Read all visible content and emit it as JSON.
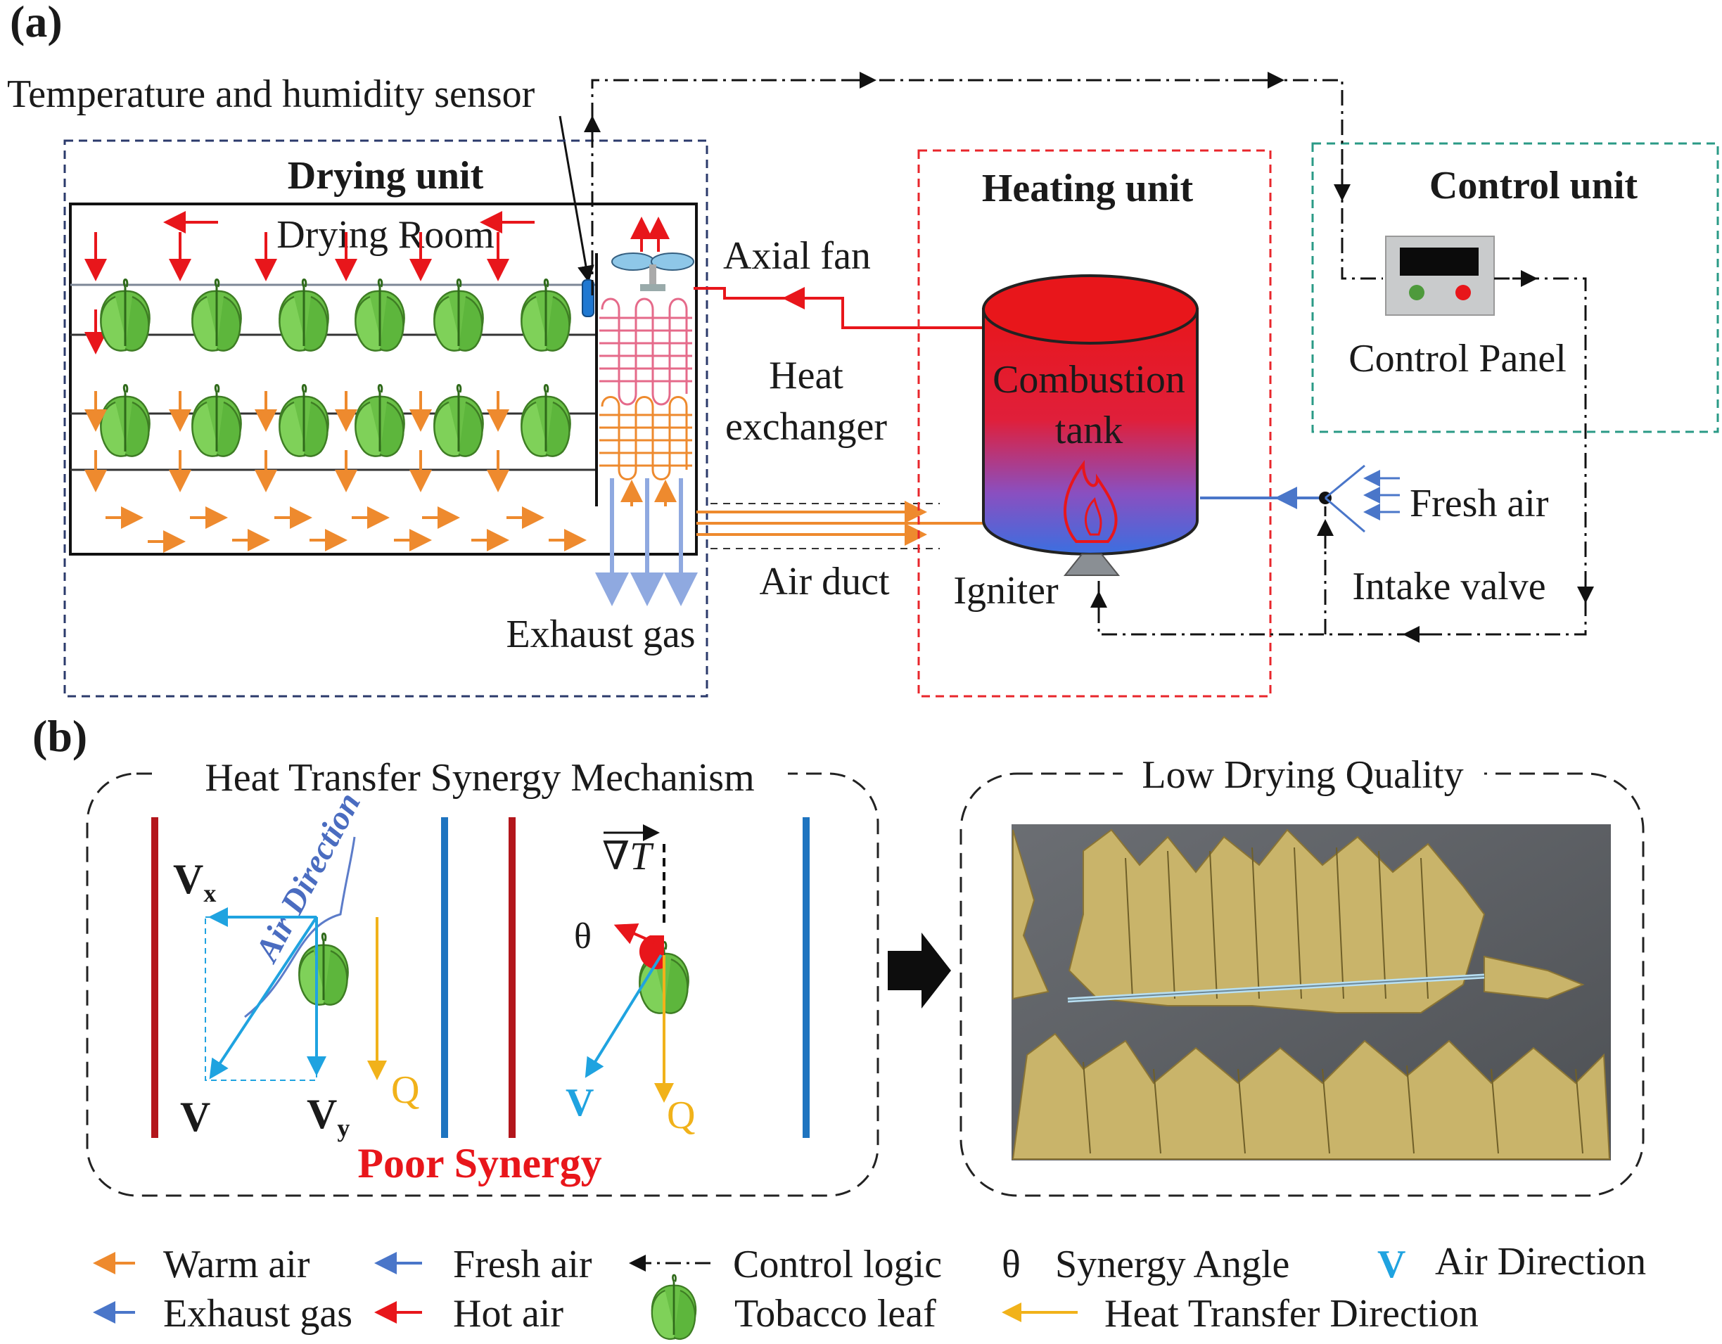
{
  "panels": {
    "a": "(a)",
    "b": "(b)"
  },
  "part_a": {
    "sensor_label": "Temperature and humidity sensor",
    "drying_unit": {
      "title": "Drying unit",
      "room_label": "Drying Room",
      "exhaust_label": "Exhaust gas"
    },
    "axial_fan_label": "Axial fan",
    "heat_exchanger_label_line1": "Heat",
    "heat_exchanger_label_line2": "exchanger",
    "air_duct_label": "Air duct",
    "heating_unit": {
      "title": "Heating unit",
      "tank_line1": "Combustion",
      "tank_line2": "tank",
      "igniter_label": "Igniter"
    },
    "control_unit": {
      "title": "Control unit",
      "panel_label": "Control Panel"
    },
    "fresh_air_label": "Fresh air",
    "intake_valve_label": "Intake valve"
  },
  "part_b": {
    "mechanism_title": "Heat Transfer Synergy Mechanism",
    "air_direction_label": "Air Direction",
    "vx_label": "V",
    "vx_sub": "x",
    "vy_label": "V",
    "vy_sub": "y",
    "v_label": "V",
    "q_label": "Q",
    "grad_label": "∇T",
    "theta_label": "θ",
    "v2_label": "V",
    "q2_label": "Q",
    "poor_synergy": "Poor Synergy",
    "quality_title": "Low Drying Quality"
  },
  "legend": {
    "warm_air": "Warm air",
    "fresh_air": "Fresh air",
    "control_logic": "Control logic",
    "synergy_symbol": "θ",
    "synergy_angle": "Synergy Angle",
    "air_dir_symbol": "V",
    "air_direction": "Air Direction",
    "exhaust_gas": "Exhaust gas",
    "hot_air": "Hot air",
    "tobacco_leaf": "Tobacco leaf",
    "heat_transfer_direction": "Heat Transfer Direction"
  },
  "colors": {
    "hot_air": "#e8161b",
    "warm_air": "#ee8a2e",
    "fresh_air": "#4a76c9",
    "exhaust": "#8fa9e0",
    "heat_dir": "#f1b21a",
    "air_dir": "#1fa3e0",
    "drying_box": "#2b3a6b",
    "heating_box": "#e8262b",
    "control_box": "#2a9a86",
    "leaf": "#6ac046",
    "dark_red": "#b3161c",
    "blue_bar": "#1e74c0"
  }
}
